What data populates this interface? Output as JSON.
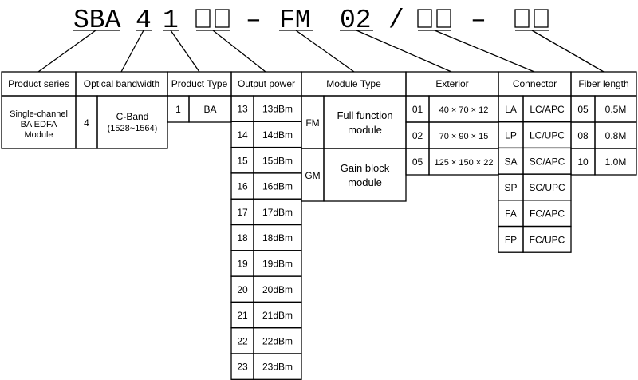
{
  "code": {
    "prefix": "SBA",
    "digit1": "4",
    "digit2": "1",
    "placeholder_box": "□",
    "dash": "–",
    "module": "FM",
    "exterior": "02",
    "slash": "/"
  },
  "headers": {
    "product_series": "Product series",
    "optical_bandwidth": "Optical bandwidth",
    "product_type": "Product Type",
    "output_power": "Output power",
    "module_type": "Module Type",
    "exterior": "Exterior",
    "connector": "Connector",
    "fiber_length": "Fiber length"
  },
  "product_series": {
    "line1": "Single-channel",
    "line2": "BA EDFA",
    "line3": "Module"
  },
  "optical_bandwidth": {
    "code": "4",
    "line1": "C-Band",
    "line2": "(1528~1564)"
  },
  "product_type": {
    "code": "1",
    "value": "BA"
  },
  "output_power": [
    {
      "code": "13",
      "value": "13dBm"
    },
    {
      "code": "14",
      "value": "14dBm"
    },
    {
      "code": "15",
      "value": "15dBm"
    },
    {
      "code": "16",
      "value": "16dBm"
    },
    {
      "code": "17",
      "value": "17dBm"
    },
    {
      "code": "18",
      "value": "18dBm"
    },
    {
      "code": "19",
      "value": "19dBm"
    },
    {
      "code": "20",
      "value": "20dBm"
    },
    {
      "code": "21",
      "value": "21dBm"
    },
    {
      "code": "22",
      "value": "22dBm"
    },
    {
      "code": "23",
      "value": "23dBm"
    }
  ],
  "module_type": [
    {
      "code": "FM",
      "line1": "Full function",
      "line2": "module"
    },
    {
      "code": "GM",
      "line1": "Gain block",
      "line2": "module"
    }
  ],
  "exterior": [
    {
      "code": "01",
      "value": "40 × 70 × 12"
    },
    {
      "code": "02",
      "value": "70 × 90 × 15"
    },
    {
      "code": "05",
      "value": "125 × 150 × 22"
    }
  ],
  "connector": [
    {
      "code": "LA",
      "value": "LC/APC"
    },
    {
      "code": "LP",
      "value": "LC/UPC"
    },
    {
      "code": "SA",
      "value": "SC/APC"
    },
    {
      "code": "SP",
      "value": "SC/UPC"
    },
    {
      "code": "FA",
      "value": "FC/APC"
    },
    {
      "code": "FP",
      "value": "FC/UPC"
    }
  ],
  "fiber_length": [
    {
      "code": "05",
      "value": "0.5M"
    },
    {
      "code": "08",
      "value": "0.8M"
    },
    {
      "code": "10",
      "value": "1.0M"
    }
  ]
}
